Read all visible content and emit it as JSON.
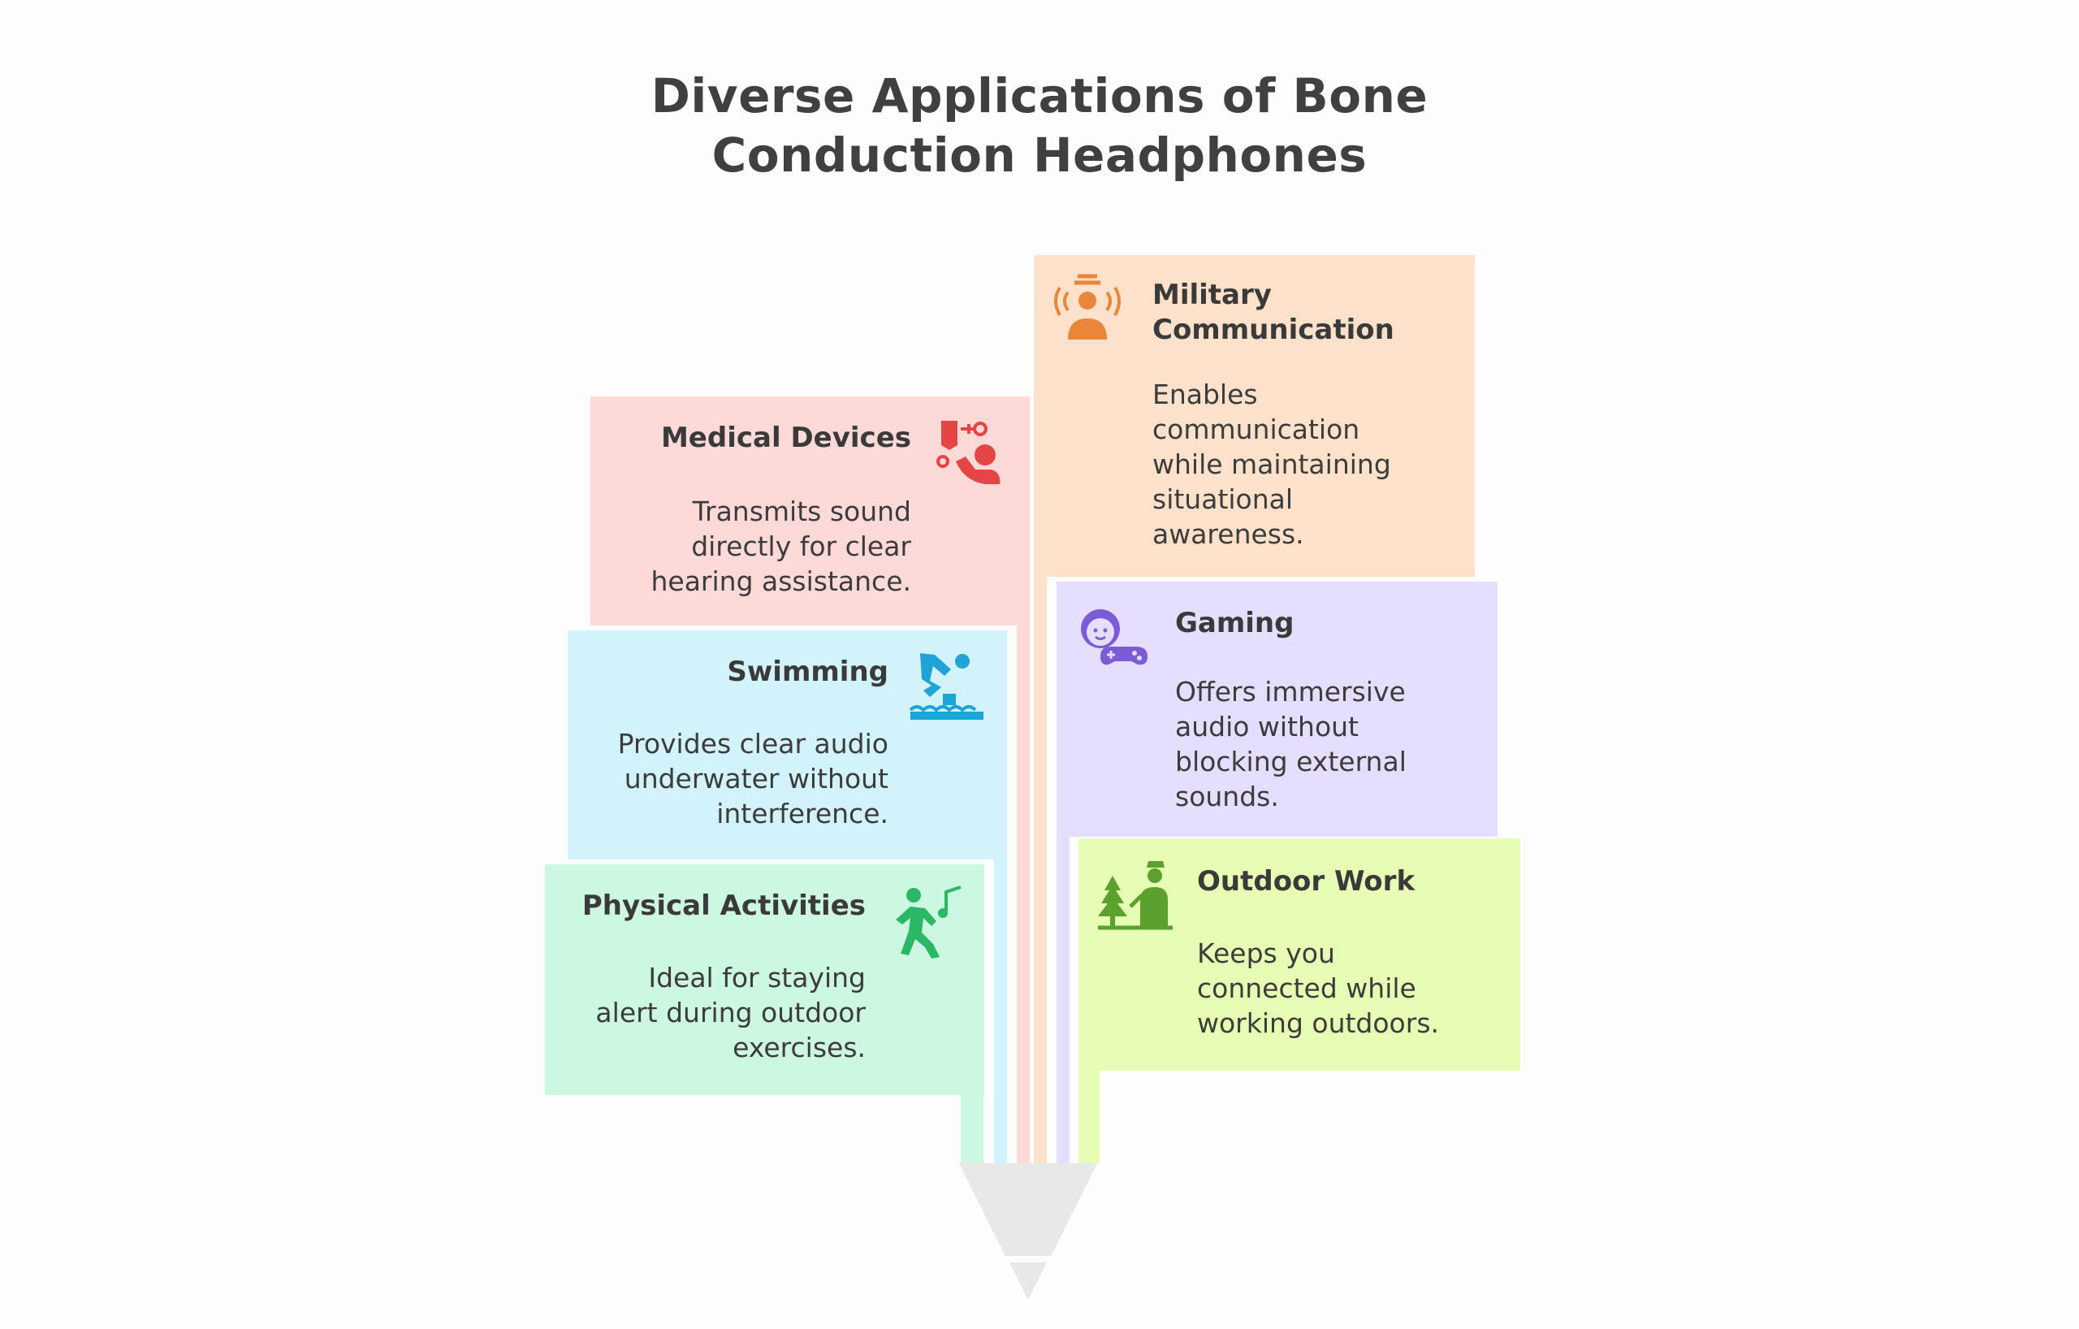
{
  "title": "Diverse Applications of Bone Conduction Headphones",
  "colors": {
    "medical": "#fdd9d8",
    "swimming": "#d2f2fc",
    "physical": "#ccf8e2",
    "military": "#fee1ca",
    "gaming": "#e5defe",
    "outdoor": "#e7fdb4",
    "funnel": "#e8e8e8"
  },
  "cards": {
    "medical": {
      "title": "Medical Devices",
      "desc": [
        "Transmits sound",
        "directly for clear",
        "hearing assistance."
      ],
      "icon": "medical-devices-icon"
    },
    "swimming": {
      "title": "Swimming",
      "desc": [
        "Provides clear audio",
        "underwater without",
        "interference."
      ],
      "icon": "swimmer-diving-icon"
    },
    "physical": {
      "title": "Physical Activities",
      "desc": [
        "Ideal for staying",
        "alert during outdoor",
        "exercises."
      ],
      "icon": "running-person-icon"
    },
    "military": {
      "title": [
        "Military",
        "Communication"
      ],
      "desc": [
        "Enables",
        "communication",
        "while maintaining",
        "situational",
        "awareness."
      ],
      "icon": "soldier-signal-icon"
    },
    "gaming": {
      "title": "Gaming",
      "desc": [
        "Offers immersive",
        "audio without",
        "blocking external",
        "sounds."
      ],
      "icon": "gamer-controller-icon"
    },
    "outdoor": {
      "title": "Outdoor Work",
      "desc": [
        "Keeps you",
        "connected while",
        "working outdoors."
      ],
      "icon": "outdoor-worker-icon"
    }
  }
}
